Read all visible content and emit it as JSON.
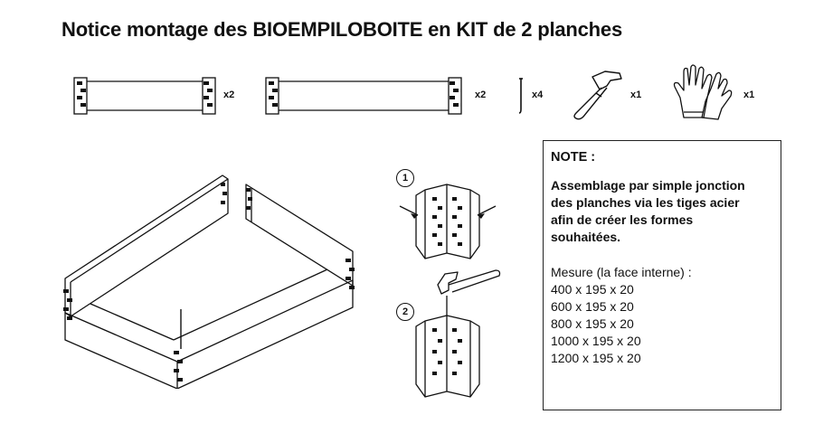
{
  "title": "Notice montage des BIOEMPILOBOITE en KIT de 2 planches",
  "parts": [
    {
      "icon": "short-board-icon",
      "qty": "x2"
    },
    {
      "icon": "long-board-icon",
      "qty": "x2"
    },
    {
      "icon": "steel-rod-icon",
      "qty": "x4"
    },
    {
      "icon": "hammer-icon",
      "qty": "x1"
    },
    {
      "icon": "gloves-icon",
      "qty": "x1"
    }
  ],
  "steps": [
    {
      "number": "1",
      "icon": "corner-junction-icon"
    },
    {
      "number": "2",
      "icon": "hammer-rod-icon"
    }
  ],
  "note": {
    "heading": "NOTE :",
    "lines": [
      "Assemblage par simple jonction",
      "des planches via les tiges acier",
      "afin de créer les formes",
      "souhaitées."
    ],
    "mesure_title": "Mesure (la face interne) :",
    "mesures": [
      "400 x 195 x 20",
      "600 x 195 x 20",
      "800 x 195 x 20",
      "1000 x 195 x 20",
      "1200 x 195 x 20"
    ]
  }
}
